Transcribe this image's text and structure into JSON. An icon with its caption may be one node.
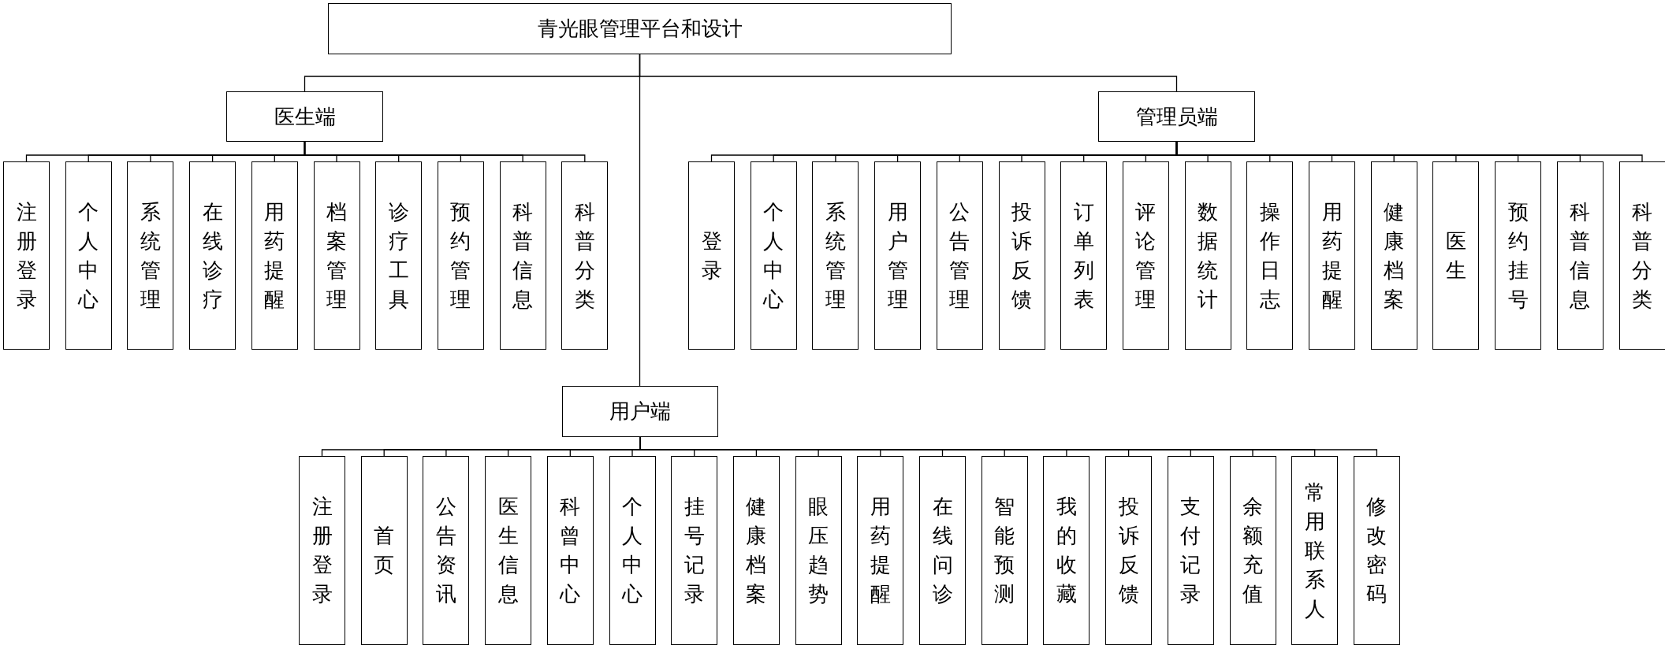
{
  "diagram": {
    "nodes": [
      {
        "text": [
          "青光眼管理平台和设计"
        ]
      },
      {
        "text": [
          "医生端"
        ]
      },
      {
        "text": [
          "注册登录"
        ]
      },
      {
        "text": [
          "个人中心"
        ]
      },
      {
        "text": [
          "系统管理"
        ]
      },
      {
        "text": [
          "在线诊疗"
        ]
      },
      {
        "text": [
          "用药提醒"
        ]
      },
      {
        "text": [
          "档案管理"
        ]
      },
      {
        "text": [
          "诊疗工具"
        ]
      },
      {
        "text": [
          "预约管理"
        ]
      },
      {
        "text": [
          "科普信息"
        ]
      },
      {
        "text": [
          "科普分类"
        ]
      },
      {
        "text": [
          "管理员端"
        ]
      },
      {
        "text": [
          "登录"
        ]
      },
      {
        "text": [
          "个人中心"
        ]
      },
      {
        "text": [
          "系统管理"
        ]
      },
      {
        "text": [
          "用户管理"
        ]
      },
      {
        "text": [
          "公告管理"
        ]
      },
      {
        "text": [
          "投诉反馈"
        ]
      },
      {
        "text": [
          "订单列表"
        ]
      },
      {
        "text": [
          "评论管理"
        ]
      },
      {
        "text": [
          "数据统计"
        ]
      },
      {
        "text": [
          "操作日志"
        ]
      },
      {
        "text": [
          "用药提醒"
        ]
      },
      {
        "text": [
          "健康档案"
        ]
      },
      {
        "text": [
          "医生"
        ]
      },
      {
        "text": [
          "预约挂号"
        ]
      },
      {
        "text": [
          "科普信息"
        ]
      },
      {
        "text": [
          "科普分类"
        ]
      },
      {
        "text": [
          "用户端"
        ]
      },
      {
        "text": [
          "注册登录"
        ]
      },
      {
        "text": [
          "首页"
        ]
      },
      {
        "text": [
          "公告资讯"
        ]
      },
      {
        "text": [
          "医生信息"
        ]
      },
      {
        "text": [
          "科曾中心"
        ]
      },
      {
        "text": [
          "个人中心"
        ]
      },
      {
        "text": [
          "挂号记录"
        ]
      },
      {
        "text": [
          "健康档案"
        ]
      },
      {
        "text": [
          "眼压趋势"
        ]
      },
      {
        "text": [
          "用药提醒"
        ]
      },
      {
        "text": [
          "在线问诊"
        ]
      },
      {
        "text": [
          "智能预测"
        ]
      },
      {
        "text": [
          "我的收藏"
        ]
      },
      {
        "text": [
          "投诉反馈"
        ]
      },
      {
        "text": [
          "支付记录"
        ]
      },
      {
        "text": [
          "余额充值"
        ]
      },
      {
        "text": [
          "常用联系人"
        ]
      },
      {
        "text": [
          "修改密码"
        ]
      }
    ],
    "edges": [
      {
        "from": 0,
        "to": 1,
        "arrow": "none"
      },
      {
        "from": 0,
        "to": 12,
        "arrow": "none"
      },
      {
        "from": 0,
        "to": 29,
        "arrow": "none"
      },
      {
        "from": 1,
        "to": 2,
        "arrow": "none"
      },
      {
        "from": 1,
        "to": 3,
        "arrow": "none"
      },
      {
        "from": 1,
        "to": 4,
        "arrow": "none"
      },
      {
        "from": 1,
        "to": 5,
        "arrow": "none"
      },
      {
        "from": 1,
        "to": 6,
        "arrow": "none"
      },
      {
        "from": 1,
        "to": 7,
        "arrow": "none"
      },
      {
        "from": 1,
        "to": 8,
        "arrow": "none"
      },
      {
        "from": 1,
        "to": 9,
        "arrow": "none"
      },
      {
        "from": 1,
        "to": 10,
        "arrow": "none"
      },
      {
        "from": 1,
        "to": 11,
        "arrow": "none"
      },
      {
        "from": 12,
        "to": 13,
        "arrow": "none"
      },
      {
        "from": 12,
        "to": 14,
        "arrow": "none"
      },
      {
        "from": 12,
        "to": 15,
        "arrow": "none"
      },
      {
        "from": 12,
        "to": 16,
        "arrow": "none"
      },
      {
        "from": 12,
        "to": 17,
        "arrow": "none"
      },
      {
        "from": 12,
        "to": 18,
        "arrow": "none"
      },
      {
        "from": 12,
        "to": 19,
        "arrow": "none"
      },
      {
        "from": 12,
        "to": 20,
        "arrow": "none"
      },
      {
        "from": 12,
        "to": 21,
        "arrow": "none"
      },
      {
        "from": 12,
        "to": 22,
        "arrow": "none"
      },
      {
        "from": 12,
        "to": 23,
        "arrow": "none"
      },
      {
        "from": 12,
        "to": 24,
        "arrow": "none"
      },
      {
        "from": 12,
        "to": 25,
        "arrow": "none"
      },
      {
        "from": 12,
        "to": 26,
        "arrow": "none"
      },
      {
        "from": 12,
        "to": 27,
        "arrow": "none"
      },
      {
        "from": 12,
        "to": 28,
        "arrow": "none"
      },
      {
        "from": 29,
        "to": 30,
        "arrow": "none"
      },
      {
        "from": 29,
        "to": 31,
        "arrow": "none"
      },
      {
        "from": 29,
        "to": 32,
        "arrow": "none"
      },
      {
        "from": 29,
        "to": 33,
        "arrow": "none"
      },
      {
        "from": 29,
        "to": 34,
        "arrow": "none"
      },
      {
        "from": 29,
        "to": 35,
        "arrow": "none"
      },
      {
        "from": 29,
        "to": 36,
        "arrow": "none"
      },
      {
        "from": 29,
        "to": 37,
        "arrow": "none"
      },
      {
        "from": 29,
        "to": 38,
        "arrow": "none"
      },
      {
        "from": 29,
        "to": 39,
        "arrow": "none"
      },
      {
        "from": 29,
        "to": 40,
        "arrow": "none"
      },
      {
        "from": 29,
        "to": 41,
        "arrow": "none"
      },
      {
        "from": 29,
        "to": 42,
        "arrow": "none"
      },
      {
        "from": 29,
        "to": 43,
        "arrow": "none"
      },
      {
        "from": 29,
        "to": 44,
        "arrow": "none"
      },
      {
        "from": 29,
        "to": 45,
        "arrow": "none"
      },
      {
        "from": 29,
        "to": 46,
        "arrow": "none"
      },
      {
        "from": 29,
        "to": 47,
        "arrow": "none"
      }
    ]
  }
}
